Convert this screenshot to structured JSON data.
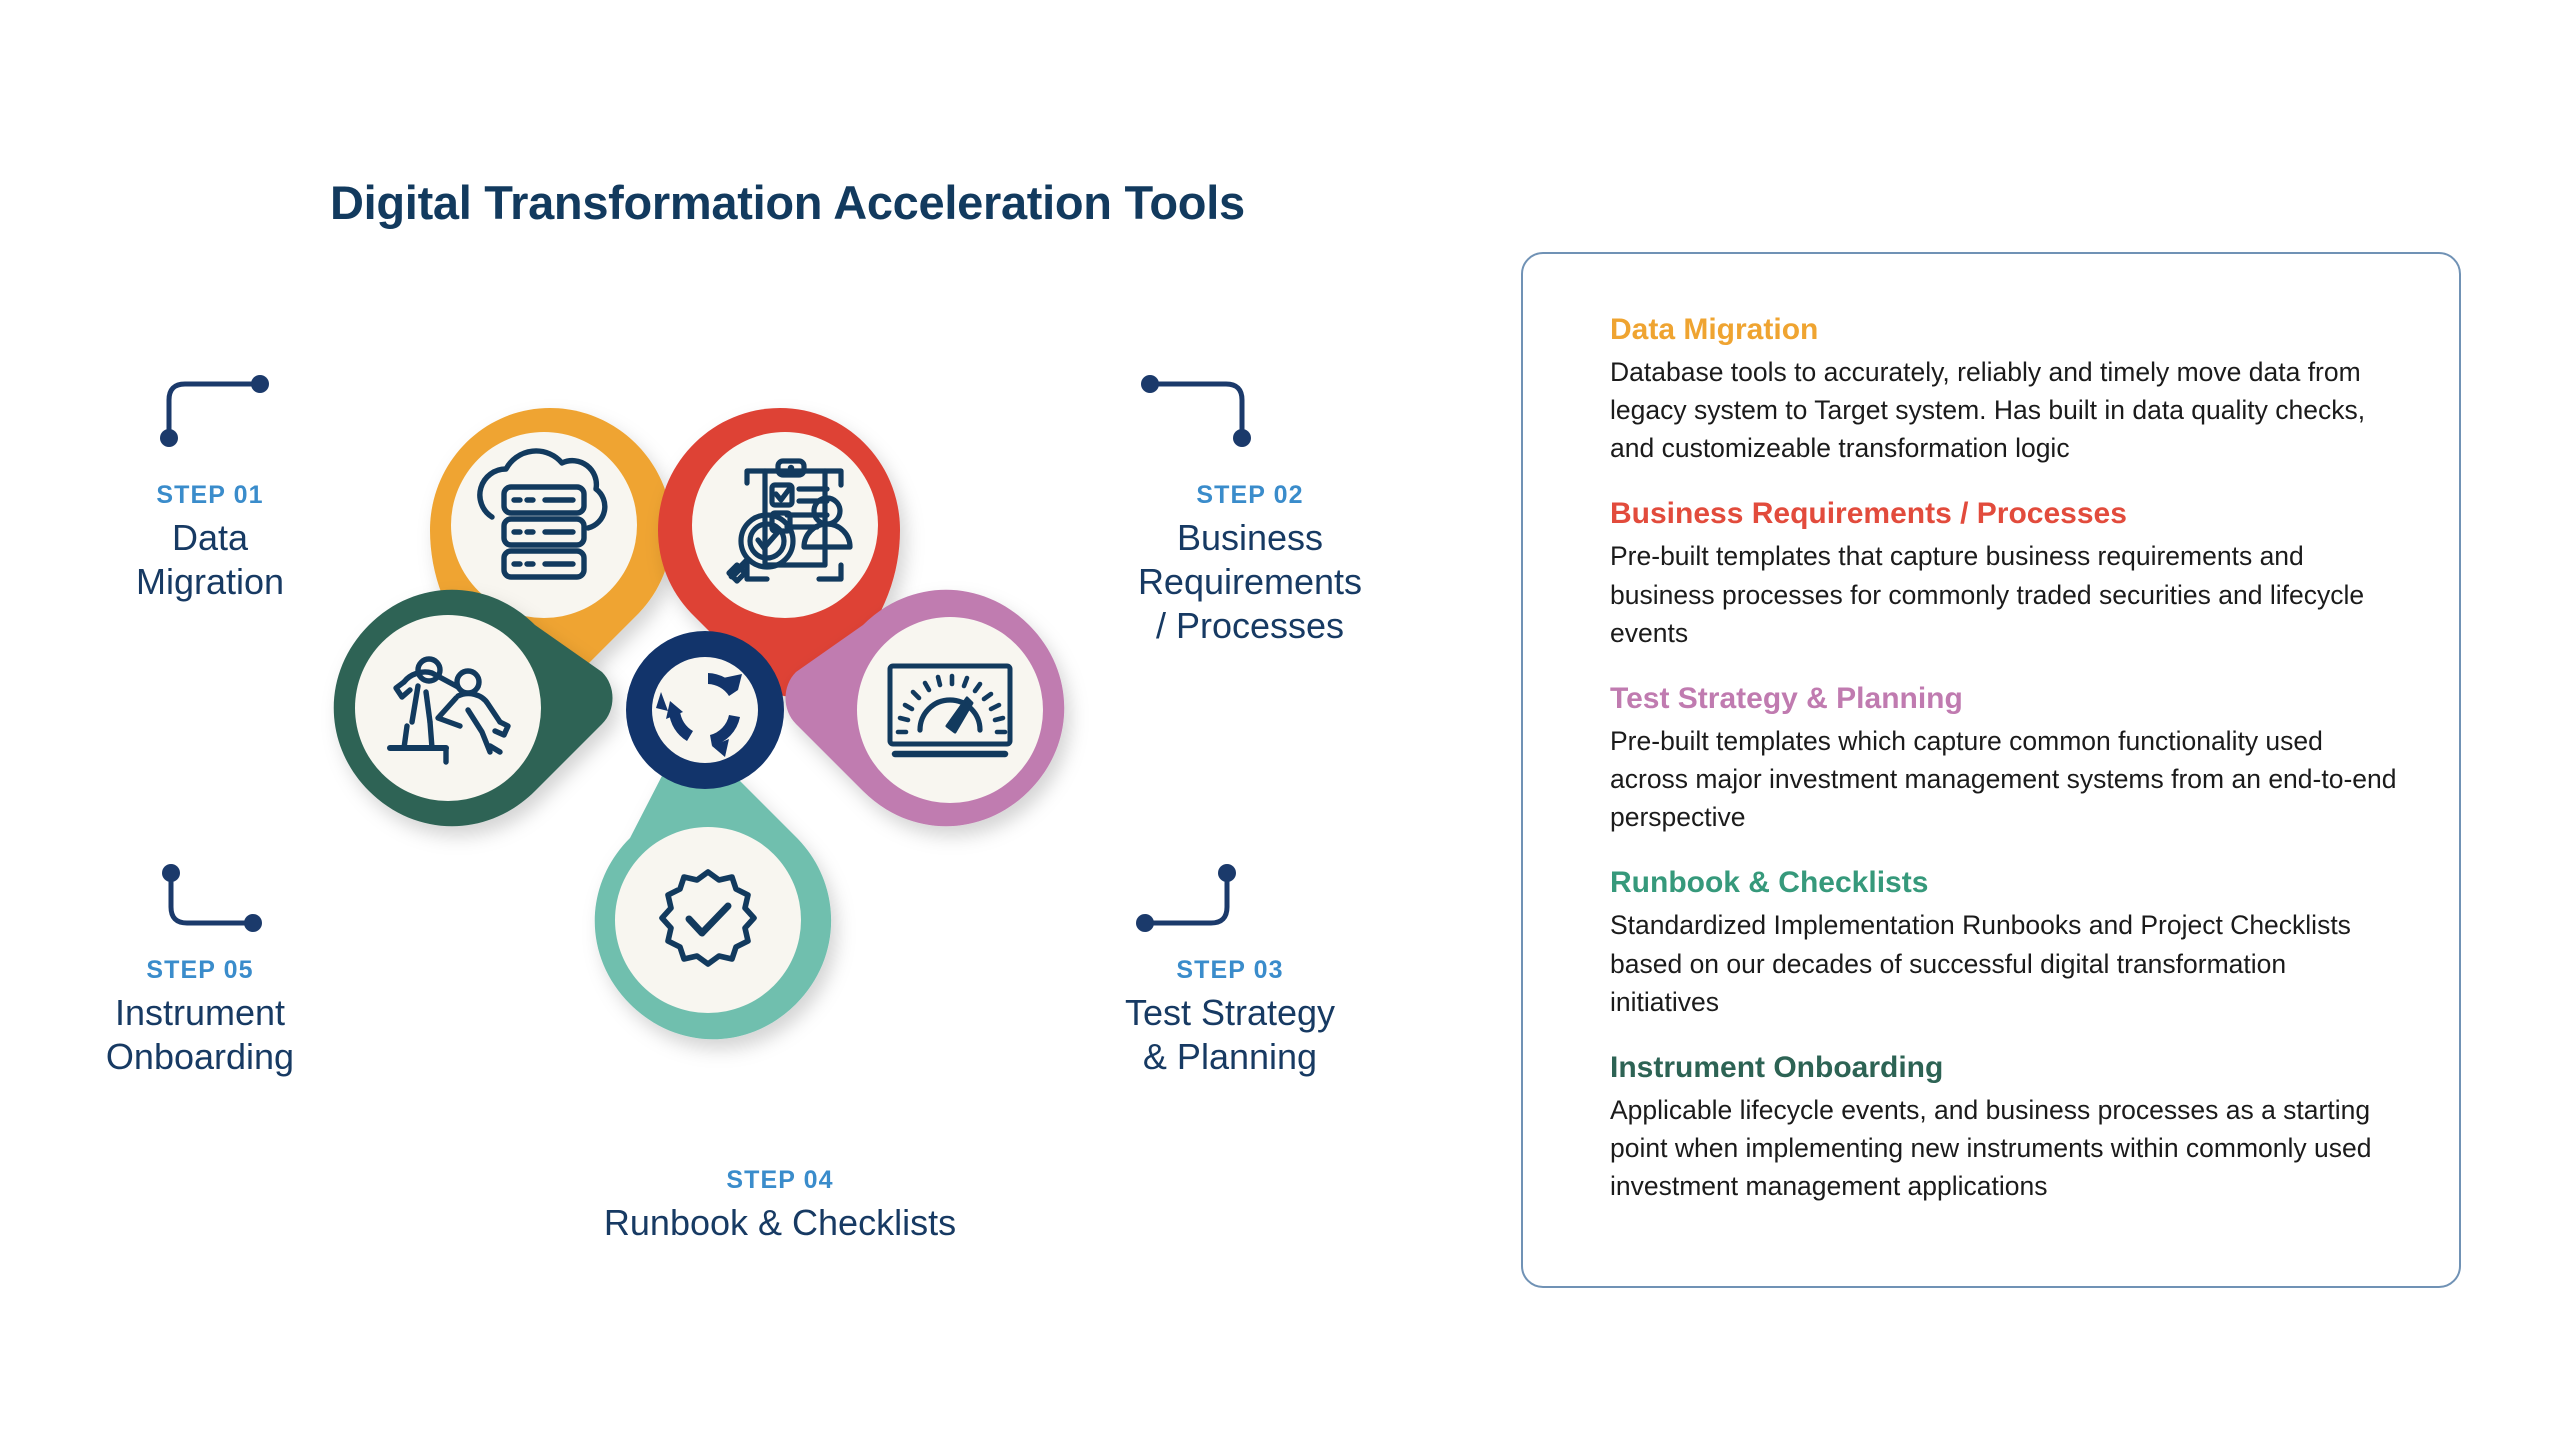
{
  "page": {
    "title": "Digital Transformation Acceleration Tools",
    "background": "#ffffff",
    "title_color": "#123A5E"
  },
  "colors": {
    "orange": "#EFA431",
    "red": "#DE4236",
    "magenta": "#C07BB0",
    "teal": "#6FBFAE",
    "darkgreen": "#2D6354",
    "hub_navy": "#12346B",
    "icon_navy": "#123A5E",
    "cream": "#F8F6F0",
    "step_kicker": "#3A8CCB",
    "step_name": "#173A63",
    "panel_border": "#7092B5",
    "connector": "#1B3A6B"
  },
  "hub": {
    "icon": "recycle-refresh-arrows-icon"
  },
  "steps": [
    {
      "id": "step01",
      "kicker": "STEP 01",
      "name": "Data\nMigration",
      "name_lines": [
        "Data",
        "Migration"
      ],
      "color": "#EFA431",
      "icon": "cloud-database-server-icon"
    },
    {
      "id": "step02",
      "kicker": "STEP 02",
      "name": "Business\nRequirements\n/ Processes",
      "name_lines": [
        "Business",
        "Requirements",
        "/ Processes"
      ],
      "color": "#DE4236",
      "icon": "clipboard-checklist-person-magnifier-icon"
    },
    {
      "id": "step03",
      "kicker": "STEP 03",
      "name": "Test Strategy\n& Planning",
      "name_lines": [
        "Test Strategy",
        "& Planning"
      ],
      "color": "#C07BB0",
      "icon": "monitor-gauge-speedometer-icon"
    },
    {
      "id": "step04",
      "kicker": "STEP 04",
      "name": "Runbook & Checklists",
      "name_lines": [
        "Runbook & Checklists"
      ],
      "color": "#6FBFAE",
      "icon": "badge-check-rosette-icon"
    },
    {
      "id": "step05",
      "kicker": "STEP 05",
      "name": "Instrument\nOnboarding",
      "name_lines": [
        "Instrument",
        "Onboarding"
      ],
      "color": "#2D6354",
      "icon": "people-helping-hand-icon"
    }
  ],
  "panel": {
    "sections": [
      {
        "heading": "Data Migration",
        "heading_color": "#EFA431",
        "body": "Database tools to accurately, reliably and timely move data from legacy system to Target system.  Has built in data quality checks, and customizeable transformation logic"
      },
      {
        "heading": "Business Requirements / Processes",
        "heading_color": "#E24B3C",
        "body": "Pre-built templates that capture business requirements and business processes for commonly traded securities and lifecycle events"
      },
      {
        "heading": "Test Strategy & Planning",
        "heading_color": "#C07BB0",
        "body": "Pre-built templates which capture common functionality used across major investment management systems from an end-to-end perspective"
      },
      {
        "heading": "Runbook & Checklists",
        "heading_color": "#36997B",
        "body": "Standardized Implementation Runbooks and Project Checklists based on our decades of successful digital transformation initiatives"
      },
      {
        "heading": "Instrument Onboarding",
        "heading_color": "#2D6354",
        "body": "Applicable lifecycle events, and business processes as a starting point when implementing new instruments within commonly used investment management applications"
      }
    ]
  }
}
